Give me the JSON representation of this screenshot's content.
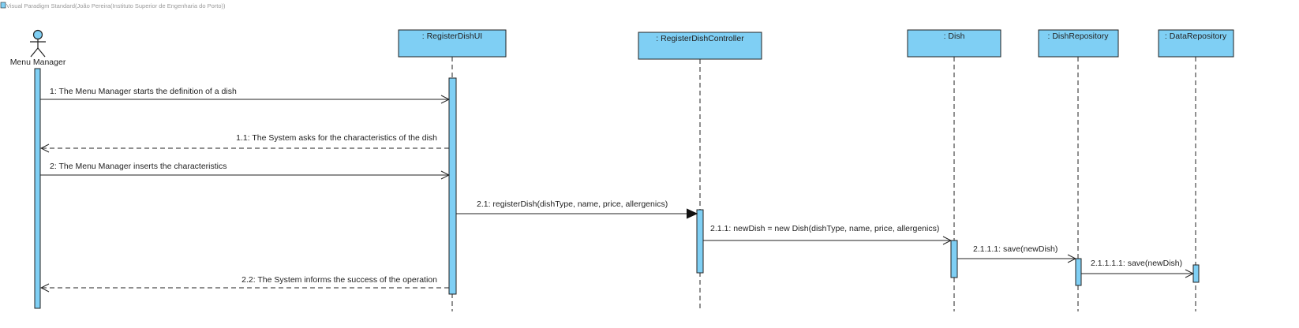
{
  "watermark": "Visual Paradigm Standard(João Pereira(Instituto Superior de Engenharia do Porto))",
  "actor": {
    "label": "Menu Manager"
  },
  "lifelines": [
    {
      "id": "ui",
      "label": ": RegisterDishUI"
    },
    {
      "id": "ctrl",
      "label": ": RegisterDishController"
    },
    {
      "id": "dish",
      "label": ": Dish"
    },
    {
      "id": "dishrepo",
      "label": ": DishRepository"
    },
    {
      "id": "datarepo",
      "label": ": DataRepository"
    }
  ],
  "messages": [
    {
      "label": "1: The Menu Manager starts the definition of a dish",
      "kind": "async"
    },
    {
      "label": "1.1: The System asks for the characteristics of the dish",
      "kind": "return"
    },
    {
      "label": "2: The Menu Manager inserts the characteristics",
      "kind": "async"
    },
    {
      "label": "2.1: registerDish(dishType, name, price, allergenics)",
      "kind": "sync"
    },
    {
      "label": "2.1.1: newDish = new Dish(dishType, name, price, allergenics)",
      "kind": "async"
    },
    {
      "label": "2.1.1.1: save(newDish)",
      "kind": "async"
    },
    {
      "label": "2.1.1.1.1: save(newDish)",
      "kind": "async"
    },
    {
      "label": "2.2: The System informs the success of the operation",
      "kind": "return"
    }
  ],
  "colors": {
    "fill": "#7fcff4",
    "stroke": "#222222"
  }
}
